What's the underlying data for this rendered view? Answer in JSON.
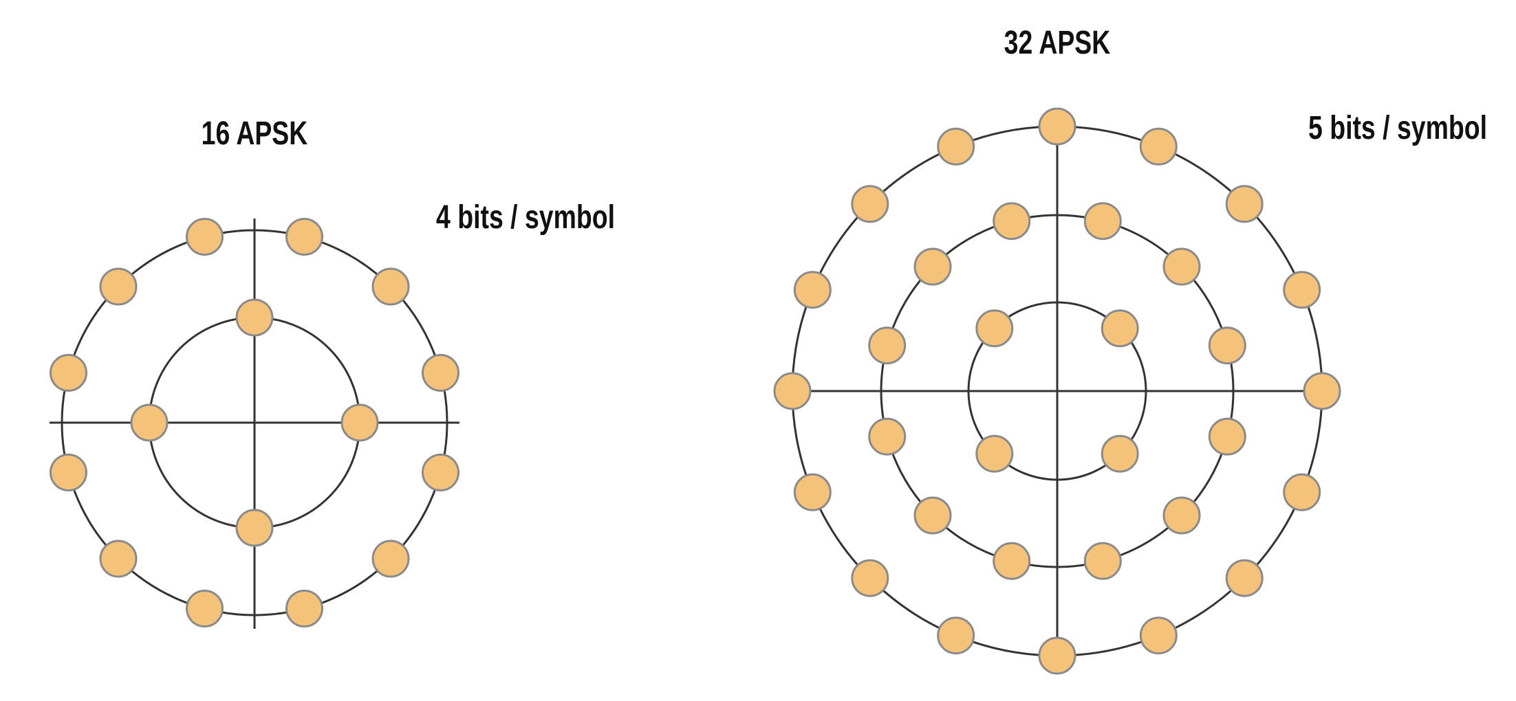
{
  "colors": {
    "symbol_fill": "#f5c27a",
    "line": "#333333",
    "symbol_stroke": "#8a8a8a"
  },
  "diagrams": [
    {
      "id": "apsk16",
      "title": "16 APSK",
      "bits_label": "4 bits / symbol",
      "rings": [
        {
          "points": 4,
          "phase_deg": 0
        },
        {
          "points": 12,
          "phase_deg": 15
        }
      ]
    },
    {
      "id": "apsk32",
      "title": "32 APSK",
      "bits_label": "5 bits / symbol",
      "rings": [
        {
          "points": 4,
          "phase_deg": 45
        },
        {
          "points": 12,
          "phase_deg": 15
        },
        {
          "points": 16,
          "phase_deg": 0
        }
      ]
    }
  ]
}
